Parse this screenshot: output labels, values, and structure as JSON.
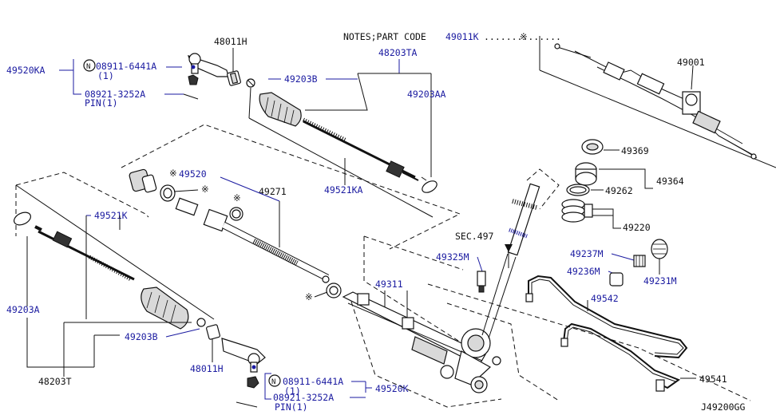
{
  "notes": {
    "prefix": "NOTES;PART CODE",
    "code": "49011K",
    "dots": "..............",
    "mark": "※"
  },
  "diagram_code": "J49200GG",
  "labels": {
    "p49520KA_top": "49520KA",
    "p08911_top": "08911-6441A",
    "p08911_top_qty": "(1)",
    "p08921_top": "08921-3252A",
    "pin_top": "PIN(1)",
    "p48011H_top": "48011H",
    "p48203TA": "48203TA",
    "p49203B_top": "49203B",
    "p49203AA": "49203AA",
    "p49001": "49001",
    "p49520": "49520",
    "p49271": "49271",
    "p49521KA": "49521KA",
    "p49521K": "49521K",
    "p49369": "49369",
    "p49364": "49364",
    "p49262": "49262",
    "p49220": "49220",
    "sec497": "SEC.497",
    "p49325M": "49325M",
    "p49237M": "49237M",
    "p49236M": "49236M",
    "p49231M": "49231M",
    "p49311": "49311",
    "p49542": "49542",
    "p49541": "49541",
    "p49203A": "49203A",
    "p49203B_bot": "49203B",
    "p48011H_bot": "48011H",
    "p48203T": "48203T",
    "p08911_bot": "08911-6441A",
    "p08911_bot_qty": "(1)",
    "p08921_bot": "08921-3252A",
    "pin_bot": "PIN(1)",
    "p49520K": "49520K",
    "mark": "※",
    "n_mark": "N"
  }
}
